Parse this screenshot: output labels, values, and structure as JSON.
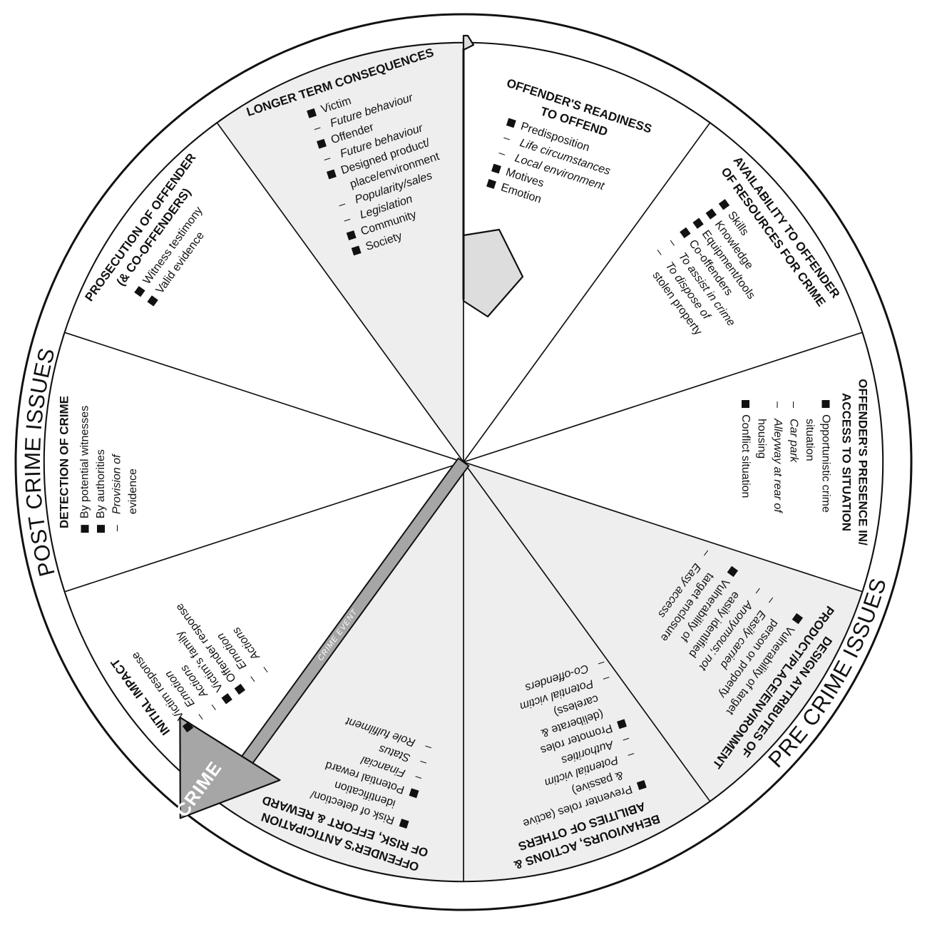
{
  "ring": {
    "post_crime": "POST CRIME ISSUES",
    "pre_crime": "PRE CRIME ISSUES",
    "crime": "CRIME",
    "crime_event": "CRIME EVENT"
  },
  "colors": {
    "outline": "#111111",
    "segment_light": "#ffffff",
    "segment_shaded": "#eeeeee",
    "crime_arrow": "#a6a6a6",
    "crime_arrow_dark": "#8c8c8c"
  },
  "segments": [
    {
      "title": [
        "LONGER TERM CONSEQUENCES"
      ],
      "items": [
        {
          "kind": "bullet",
          "text": "Victim"
        },
        {
          "kind": "dash",
          "text": "Future behaviour"
        },
        {
          "kind": "bullet",
          "text": "Offender"
        },
        {
          "kind": "dash",
          "text": "Future behaviour"
        },
        {
          "kind": "bullet",
          "text": "Designed product/"
        },
        {
          "kind": "cont",
          "text": "place/environment"
        },
        {
          "kind": "dash",
          "text": "Popularity/sales"
        },
        {
          "kind": "dash",
          "text": "Legislation"
        },
        {
          "kind": "bullet",
          "text": "Community"
        },
        {
          "kind": "bullet",
          "text": "Society"
        }
      ]
    },
    {
      "title": [
        "OFFENDER'S READINESS",
        "TO OFFEND"
      ],
      "items": [
        {
          "kind": "bullet",
          "text": "Predisposition"
        },
        {
          "kind": "dash",
          "text": "Life circumstances"
        },
        {
          "kind": "dash",
          "text": "Local environment"
        },
        {
          "kind": "bullet",
          "text": "Motives"
        },
        {
          "kind": "bullet",
          "text": "Emotion"
        }
      ]
    },
    {
      "title": [
        "AVAILABILITY TO OFFENDER",
        "OF RESOURCES FOR CRIME"
      ],
      "items": [
        {
          "kind": "bullet",
          "text": "Skills"
        },
        {
          "kind": "bullet",
          "text": "Knowledge"
        },
        {
          "kind": "bullet",
          "text": "Equipment/tools"
        },
        {
          "kind": "bullet",
          "text": "Co-offenders"
        },
        {
          "kind": "dash",
          "text": "To assist in crime"
        },
        {
          "kind": "dash",
          "text": "To dispose of"
        },
        {
          "kind": "cont",
          "text": "stolen property"
        }
      ]
    },
    {
      "title": [
        "OFFENDER'S PRESENCE IN/",
        "ACCESS TO SITUATION"
      ],
      "items": [
        {
          "kind": "bullet",
          "text": "Opportunistic crime"
        },
        {
          "kind": "cont",
          "text": "situation"
        },
        {
          "kind": "dash",
          "text": "Car park"
        },
        {
          "kind": "dash",
          "text": "Alleyway at rear of"
        },
        {
          "kind": "cont",
          "text": "housing"
        },
        {
          "kind": "bullet",
          "text": "Conflict situation"
        }
      ]
    },
    {
      "title": [
        "DESIGN ATTRIBUTES OF",
        "PRODUCT/PLACE/ENVIRONMENT"
      ],
      "items": [
        {
          "kind": "bullet",
          "text": "Vulnerability of target"
        },
        {
          "kind": "cont",
          "text": "person or property"
        },
        {
          "kind": "dash",
          "text": "Easily carried"
        },
        {
          "kind": "dash",
          "text": "Anonymous; not"
        },
        {
          "kind": "cont",
          "text": "easily identified"
        },
        {
          "kind": "bullet",
          "text": "Vulnerability of"
        },
        {
          "kind": "cont",
          "text": "target enclosure"
        },
        {
          "kind": "dash",
          "text": "Easy access"
        }
      ]
    },
    {
      "title": [
        "BEHAVIOURS, ACTIONS &",
        "ABILITIES OF OTHERS"
      ],
      "items": [
        {
          "kind": "bullet",
          "text": "Preventer roles (active"
        },
        {
          "kind": "cont",
          "text": "& passive)"
        },
        {
          "kind": "dash",
          "text": "Potential victim"
        },
        {
          "kind": "dash",
          "text": "Authorities"
        },
        {
          "kind": "bullet",
          "text": "Promoter roles"
        },
        {
          "kind": "cont",
          "text": "(deliberate &"
        },
        {
          "kind": "cont",
          "text": "careless)"
        },
        {
          "kind": "dash",
          "text": "Potential victim"
        },
        {
          "kind": "dash",
          "text": "Co-offenders"
        }
      ]
    },
    {
      "title": [
        "OFFENDER'S ANTICIPATION",
        "OF RISK, EFFORT & REWARD"
      ],
      "items": [
        {
          "kind": "bullet",
          "text": "Risk of detection/"
        },
        {
          "kind": "cont",
          "text": "identification"
        },
        {
          "kind": "bullet",
          "text": "Potential reward"
        },
        {
          "kind": "dash",
          "text": "Financial"
        },
        {
          "kind": "dash",
          "text": "Status"
        },
        {
          "kind": "dash",
          "text": "Role fulfilment"
        }
      ]
    },
    {
      "title": [
        "INITIAL IMPACT"
      ],
      "items": [
        {
          "kind": "bullet",
          "text": "Victim response"
        },
        {
          "kind": "dash",
          "text": "Emotion"
        },
        {
          "kind": "dash",
          "text": "Actions"
        },
        {
          "kind": "bullet",
          "text": "Victim's family"
        },
        {
          "kind": "bullet",
          "text": "Offender response"
        },
        {
          "kind": "dash",
          "text": "Emotion"
        },
        {
          "kind": "dash",
          "text": "Actions"
        }
      ]
    },
    {
      "title": [
        "DETECTION OF CRIME"
      ],
      "items": [
        {
          "kind": "bullet",
          "text": "By potential witnesses"
        },
        {
          "kind": "bullet",
          "text": "By authorities"
        },
        {
          "kind": "dash",
          "text": "Provision of"
        },
        {
          "kind": "cont",
          "text": "evidence"
        }
      ]
    },
    {
      "title": [
        "PROSECUTION OF OFFENDER",
        "(& CO-OFFENDERS)"
      ],
      "items": [
        {
          "kind": "bullet",
          "text": "Witness testimony"
        },
        {
          "kind": "bullet",
          "text": "Valid evidence"
        }
      ]
    }
  ]
}
